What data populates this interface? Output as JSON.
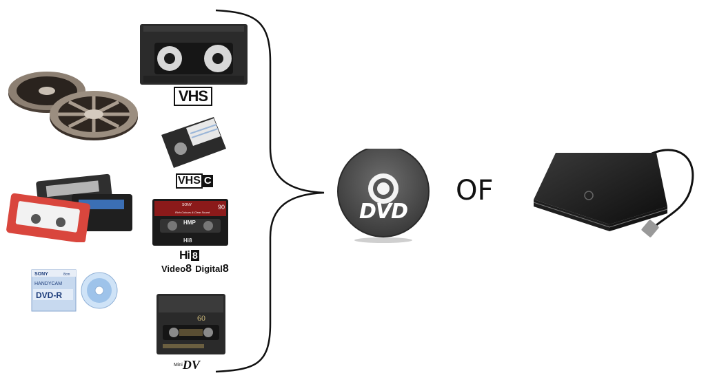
{
  "sources": {
    "vhs": {
      "logo": "VHS"
    },
    "vhs_c": {
      "logo": "VHS",
      "logo_suffix": "C"
    },
    "hi8": {
      "cassette_brand": "SONY",
      "cassette_length": "90",
      "cassette_line1": "Rich Colours & Clear Sound",
      "cassette_model": "HMP",
      "cassette_mark": "Hi8",
      "logo_hi": "Hi",
      "logo_8": "8",
      "video8": "Video",
      "video8_digit": "8",
      "digital8": "Digital",
      "digital8_digit": "8"
    },
    "minidv": {
      "cassette_length": "60",
      "logo_mini": "Mini",
      "logo_dv": "DV"
    },
    "minidvd": {
      "brand": "SONY",
      "line": "HANDYCAM",
      "type": "DVD-R",
      "sub": "8cm"
    }
  },
  "target": {
    "dvd_label": "DVD",
    "or_label": "OF"
  },
  "icons": [
    "film-reels-icon",
    "audio-cassettes-icon",
    "mini-dvd-icon",
    "vhs-tape-icon",
    "vhs-c-tape-icon",
    "hi8-tape-icon",
    "minidv-tape-icon",
    "dvd-disc-icon",
    "external-hard-drive-icon"
  ],
  "colors": {
    "ink": "#111111",
    "disc": "#555555",
    "tape": "#2b2b2b"
  }
}
